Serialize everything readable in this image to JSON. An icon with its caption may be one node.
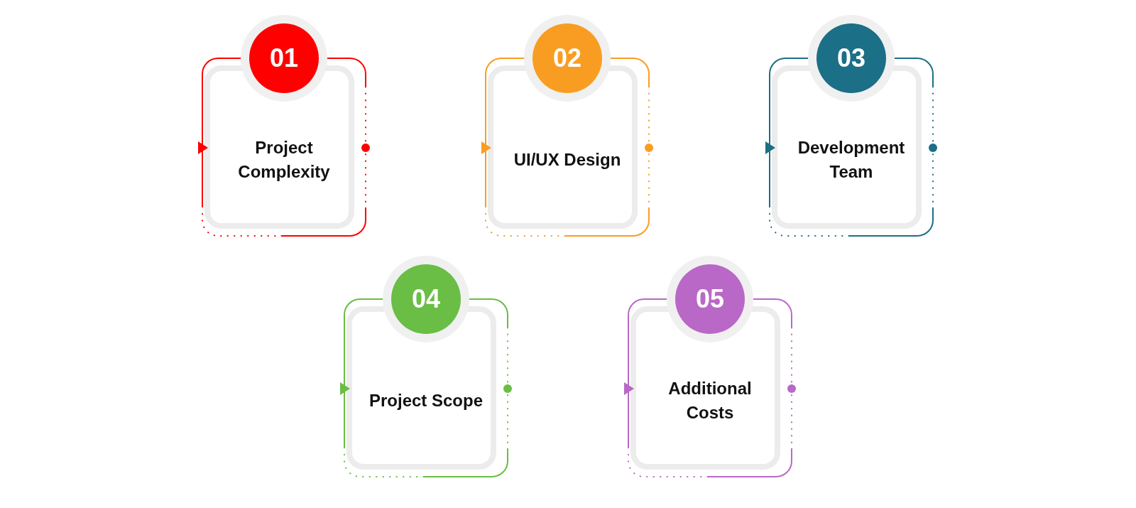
{
  "diagram": {
    "nodes": [
      {
        "text": [
          "01",
          "Project Complexity"
        ]
      },
      {
        "text": [
          "02",
          "UI/UX Design"
        ]
      },
      {
        "text": [
          "03",
          "Development Team"
        ]
      },
      {
        "text": [
          "04",
          "Project Scope"
        ]
      },
      {
        "text": [
          "05",
          "Additional Costs"
        ]
      }
    ],
    "edges": []
  }
}
